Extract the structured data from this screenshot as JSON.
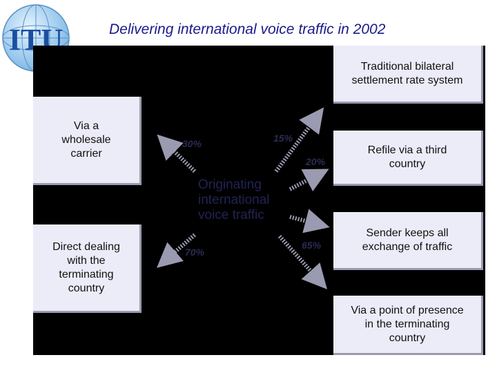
{
  "header": {
    "title": "Delivering international voice traffic in 2002",
    "logo_text": "ITU"
  },
  "center": {
    "lines": [
      "Originating",
      "international",
      "voice traffic"
    ]
  },
  "boxes": {
    "wholesale": "Via a wholesale carrier",
    "direct": "Direct dealing with the terminating country",
    "bilateral": "Traditional bilateral settlement rate system",
    "refile": "Refile via a third country",
    "sender": "Sender keeps all exchange of traffic",
    "pop": "Via a point of presence in the terminating country"
  },
  "percentages": {
    "wholesale": "30%",
    "bilateral": "15%",
    "refile": "20%",
    "direct": "70%",
    "pop": "65%"
  },
  "colors": {
    "box_fill": "#ecebf8",
    "arrow": "#9a9ab0",
    "title": "#1a1a8c",
    "background": "#000000"
  }
}
